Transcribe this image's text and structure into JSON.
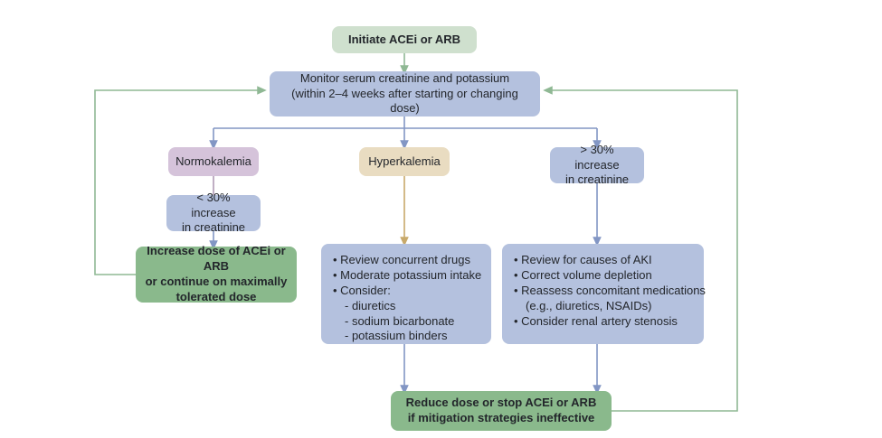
{
  "diagram": {
    "title": "ACEi or ARB initiation and monitoring algorithm",
    "colors": {
      "green_light": "#cfe0ce",
      "green_dark": "#8ab98c",
      "blue": "#b4c1de",
      "mauve": "#d5c3da",
      "tan": "#e9dcc1",
      "arrow_blue": "#8296c4",
      "arrow_green": "#8fb894",
      "arrow_tan": "#c8a96a",
      "arrow_mauve": "#b09bb5",
      "text": "#23262b",
      "background": "#ffffff"
    },
    "nodes": {
      "initiate": {
        "label": "Initiate ACEi or ARB"
      },
      "monitor": {
        "line1": "Monitor serum creatinine and potassium",
        "line2": "(within 2–4 weeks after starting or changing dose)"
      },
      "normokalemia": {
        "label": "Normokalemia"
      },
      "hyperkalemia": {
        "label": "Hyperkalemia"
      },
      "cr_increase_over30": {
        "line1": "> 30% increase",
        "line2": "in creatinine"
      },
      "cr_increase_under30": {
        "line1": "< 30% increase",
        "line2": "in creatinine"
      },
      "increase_dose": {
        "line1": "Increase dose of ACEi or ARB",
        "line2": "or continue on maximally",
        "line3": "tolerated dose"
      },
      "hyperkalemia_actions": {
        "items": [
          {
            "text": "• Review concurrent drugs",
            "sub": false
          },
          {
            "text": "• Moderate potassium intake",
            "sub": false
          },
          {
            "text": "• Consider:",
            "sub": false
          },
          {
            "text": "- diuretics",
            "sub": true
          },
          {
            "text": "- sodium bicarbonate",
            "sub": true
          },
          {
            "text": "- potassium binders",
            "sub": true
          }
        ]
      },
      "creatinine_actions": {
        "items": [
          {
            "text": "• Review for causes of AKI",
            "sub": false
          },
          {
            "text": "• Correct volume depletion",
            "sub": false
          },
          {
            "text": "• Reassess concomitant medications",
            "sub": false
          },
          {
            "text": "(e.g., diuretics, NSAIDs)",
            "sub": true
          },
          {
            "text": "• Consider renal artery stenosis",
            "sub": false
          }
        ]
      },
      "reduce_stop": {
        "line1": "Reduce dose or stop ACEi or ARB",
        "line2": "if mitigation strategies ineffective"
      }
    }
  }
}
